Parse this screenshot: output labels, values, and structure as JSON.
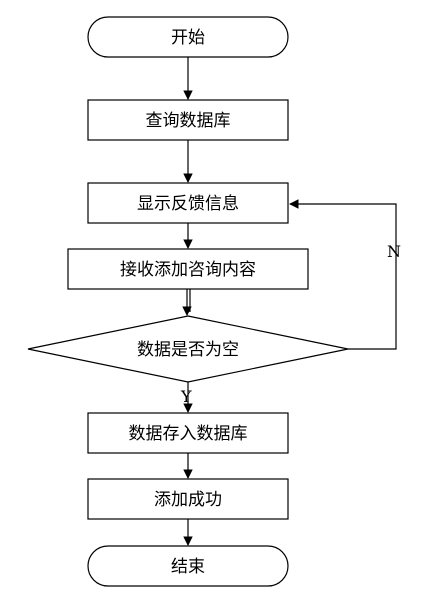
{
  "flowchart": {
    "start": "开始",
    "query_db": "查询数据库",
    "show_info": "显示反馈信息",
    "receive_content": "接收添加咨询内容",
    "decision": "数据是否为空",
    "save_db": "数据存入数据库",
    "add_success": "添加成功",
    "end": "结束",
    "label_no": "N",
    "label_yes": "Y"
  }
}
